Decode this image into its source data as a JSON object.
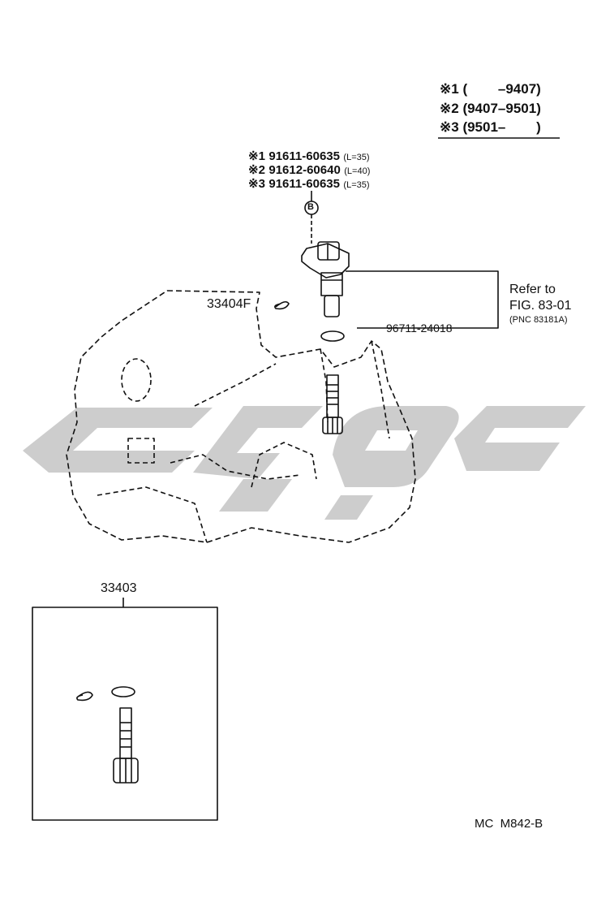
{
  "legend": {
    "rows": [
      {
        "mark": "※1",
        "range": "(        –9407)"
      },
      {
        "mark": "※2",
        "range": "(9407–9501)"
      },
      {
        "mark": "※3",
        "range": "(9501–        )"
      }
    ]
  },
  "sensor_parts": [
    {
      "mark": "※1",
      "number": "91611-60635",
      "length": "(L=35)"
    },
    {
      "mark": "※2",
      "number": "91612-60640",
      "length": "(L=40)"
    },
    {
      "mark": "※3",
      "number": "91611-60635",
      "length": "(L=35)"
    }
  ],
  "callouts": {
    "b_marker": "B",
    "clip_part": "33404F",
    "oring_part": "96711-24018",
    "refer_line1": "Refer to",
    "refer_line2": "FIG. 83-01",
    "refer_line3": "(PNC 83181A)",
    "kit_part": "33403"
  },
  "footer": {
    "code": "MC  M842-B"
  },
  "colors": {
    "line": "#111111",
    "watermark": "#c8c8c8"
  }
}
